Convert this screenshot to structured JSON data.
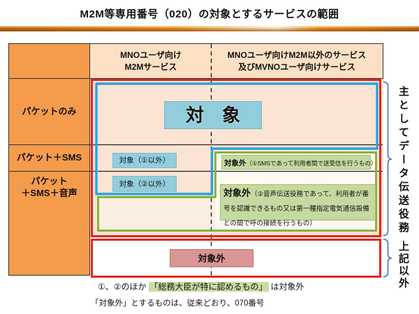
{
  "title": "M2M等専用番号（020）の対象とするサービスの範囲",
  "header": {
    "col1_line1": "MNOユーザ向け",
    "col1_line2": "M2Mサービス",
    "col2_line1": "MNOユーザ向けM2M以外のサービス",
    "col2_line2": "及びMVNOユーザ向けサービス"
  },
  "rows": [
    "パケットのみ",
    "パケット＋SMS",
    "パケット\n＋SMS＋音声"
  ],
  "cells": {
    "target_main": "対　象",
    "target_note1": "対象（①以外）",
    "target_note2": "対象（②以外）",
    "excluded1_label": "対象外",
    "excluded1_detail": "（①SMSであって利用者間で送受信を行うもの）",
    "excluded2_label": "対象外",
    "excluded2_detail": "（②音声伝送役務であって、利用者が番号を認識できるもの又は第一種指定電気通信設備との間で呼の接続を行うもの）",
    "excluded_bottom": "対象外"
  },
  "side_labels": {
    "top": "主としてデータ伝送役務",
    "bottom": "上記以外"
  },
  "notes": {
    "line1_prefix": "①、②のほか",
    "line1_highlight": "「総務大臣が特に認めるもの」",
    "line1_suffix": "は対象外",
    "line2": "「対象外」とするものは、従来どおり、070番号"
  },
  "colors": {
    "left_column_orange": "#F49C4C",
    "header_peach": "#FBE0C4",
    "body_peach": "#FCE4D4",
    "target_blue": "#92CDDC",
    "scope_frame_blue": "#27A3DC",
    "frame_red": "#E3261B",
    "scope_frame_green": "#85B440",
    "excluded_box_green": "#C6D9A0",
    "excluded_box_pink": "#D99694",
    "bracket_blue": "#4F81BD",
    "title_bar_orange": "#F0941D"
  }
}
